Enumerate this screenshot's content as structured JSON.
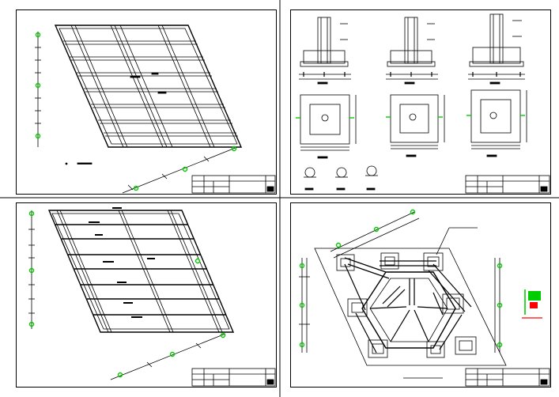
{
  "colors": {
    "line": "#000000",
    "accent": "#00cc00",
    "highlight": "#ff0000",
    "paper": "#ffffff"
  },
  "panels": [
    {
      "id": "top-left",
      "name": "sheet-isometric-grid-1"
    },
    {
      "id": "top-right",
      "name": "sheet-footing-details"
    },
    {
      "id": "bottom-left",
      "name": "sheet-isometric-grid-2"
    },
    {
      "id": "bottom-right",
      "name": "sheet-hexagonal-plan"
    }
  ]
}
